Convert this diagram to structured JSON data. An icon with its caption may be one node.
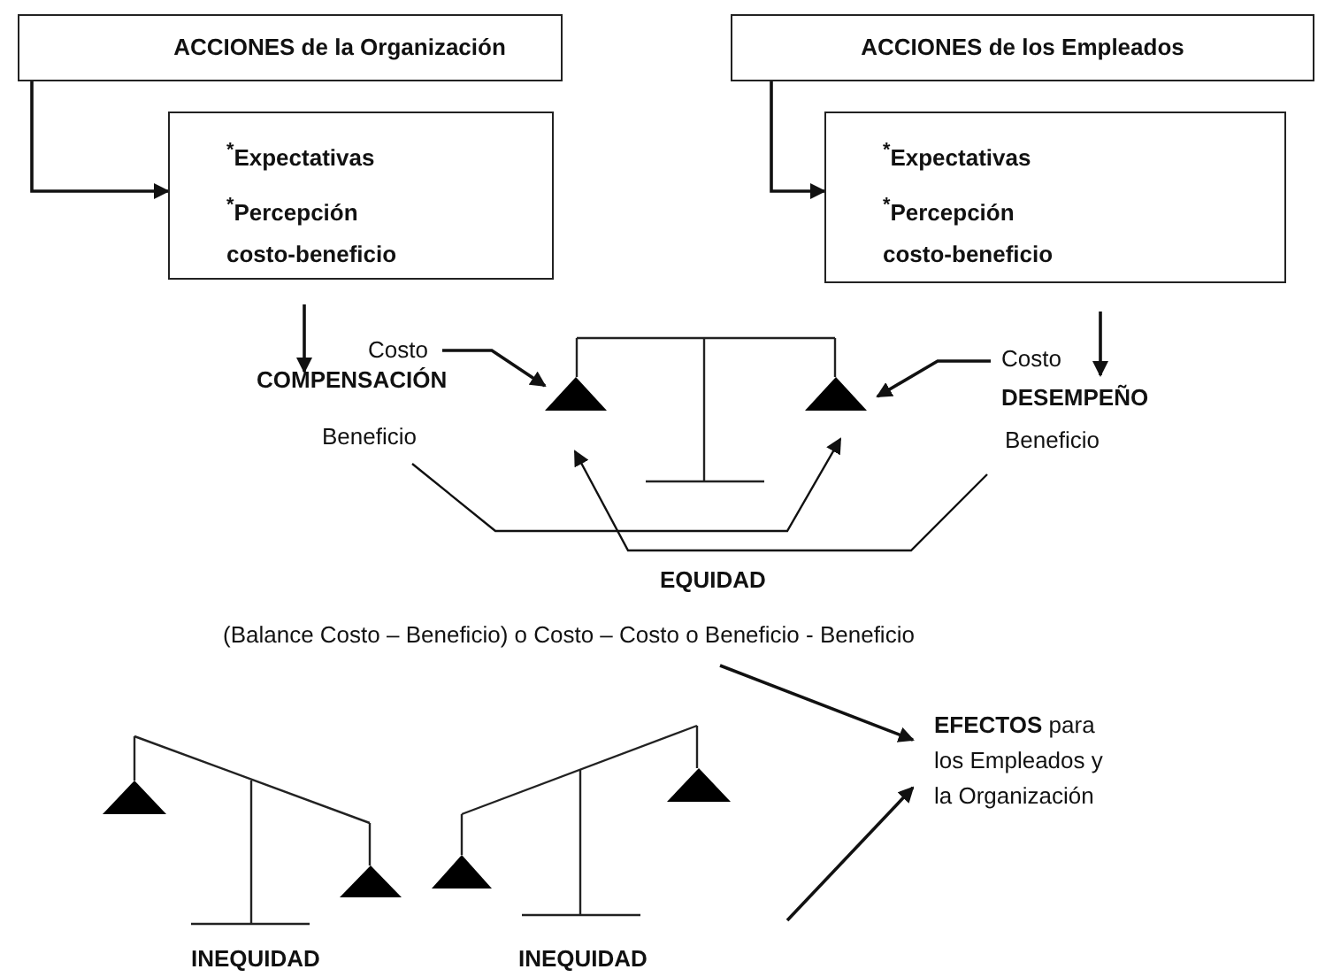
{
  "diagram": {
    "nodes": [
      {
        "text": [
          "ACCIONES de la Organización"
        ]
      },
      {
        "text": [
          "$^{*}$Expectativas",
          "$^{*}$Percepción costo-beneficio"
        ]
      },
      {
        "text": [
          "ACCIONES de los Empleados"
        ]
      },
      {
        "text": [
          "$^{*}$Expectativas",
          "$^{*}$Percepción costo-beneficio"
        ]
      },
      {
        "text": [
          "Costo"
        ]
      },
      {
        "text": [
          "COMPENSACIÓN"
        ]
      },
      {
        "text": [
          "Beneficio"
        ]
      },
      {
        "text": [],
        "shape": "triangle"
      },
      {
        "text": [],
        "shape": "triangle"
      },
      {
        "text": [
          "Costo"
        ]
      },
      {
        "text": [
          "DESEMPEÑO"
        ]
      },
      {
        "text": [
          "Beneficio"
        ]
      },
      {
        "text": [
          "EQUIDAD"
        ]
      },
      {
        "text": [
          "**EFECTOS** para los Empleados y la Organización"
        ]
      }
    ],
    "edges": [
      {
        "from": 0,
        "to": 1,
        "arrow": "to"
      },
      {
        "from": 2,
        "to": 3,
        "arrow": "to"
      },
      {
        "from": 1,
        "to": 5,
        "arrow": "to"
      },
      {
        "from": 3,
        "to": 10,
        "arrow": "to"
      },
      {
        "from": 4,
        "to": 7,
        "arrow": "to"
      },
      {
        "from": 9,
        "to": 8,
        "arrow": "to"
      },
      {
        "from": 6,
        "to": 8,
        "arrow": "to"
      },
      {
        "from": 11,
        "to": 7,
        "arrow": "to"
      },
      {
        "from": null,
        "to": 13,
        "arrow": "to"
      },
      {
        "from": null,
        "to": 13,
        "arrow": "to"
      }
    ],
    "labels": [
      "(Balance Costo – Beneficio) o Costo – Costo o Beneficio - Beneficio",
      "INEQUIDAD",
      "INEQUIDAD"
    ]
  }
}
